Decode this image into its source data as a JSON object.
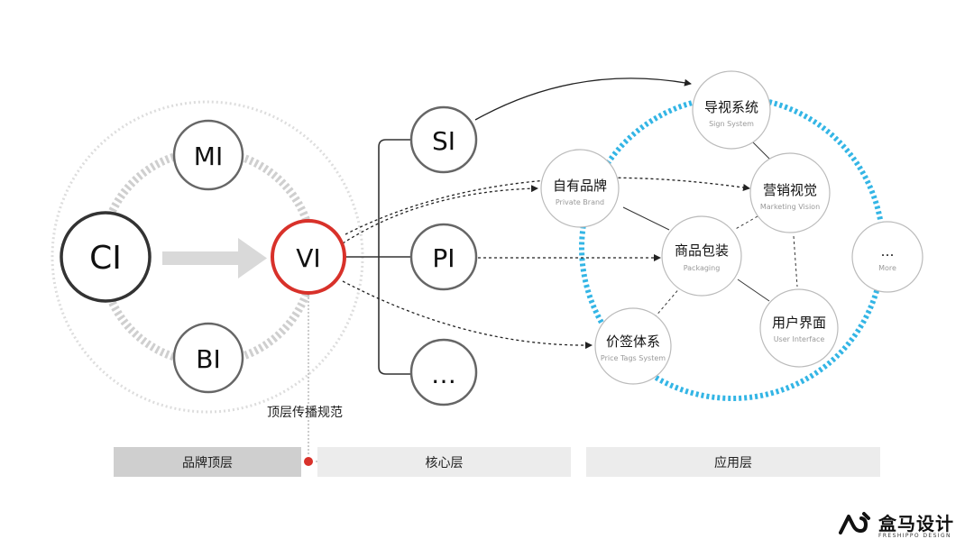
{
  "nodes": {
    "ci": "CI",
    "mi": "MI",
    "bi": "BI",
    "vi": "VI",
    "si": "SI",
    "pi": "PI",
    "core_more": "…"
  },
  "app_nodes": {
    "sign": {
      "cn": "导视系统",
      "en": "Sign System"
    },
    "private_brand": {
      "cn": "自有品牌",
      "en": "Private Brand"
    },
    "marketing": {
      "cn": "营销视觉",
      "en": "Marketing Vision"
    },
    "packaging": {
      "cn": "商品包装",
      "en": "Packaging"
    },
    "more": {
      "cn": "…",
      "en": "More"
    },
    "ui": {
      "cn": "用户界面",
      "en": "User Interface"
    },
    "price_tags": {
      "cn": "价签体系",
      "en": "Price Tags System"
    }
  },
  "vi_caption": "顶层传播规范",
  "layers": {
    "brand": "品牌顶层",
    "core": "核心层",
    "application": "应用层"
  },
  "logo": {
    "name": "盒马设计",
    "sub": "FRESHIPPO DESIGN"
  },
  "colors": {
    "accent_red": "#d8312a",
    "ring_blue": "#33b5e5",
    "node_gray": "#666666",
    "band_dark": "#cfcfcf",
    "band_light": "#ececec"
  }
}
